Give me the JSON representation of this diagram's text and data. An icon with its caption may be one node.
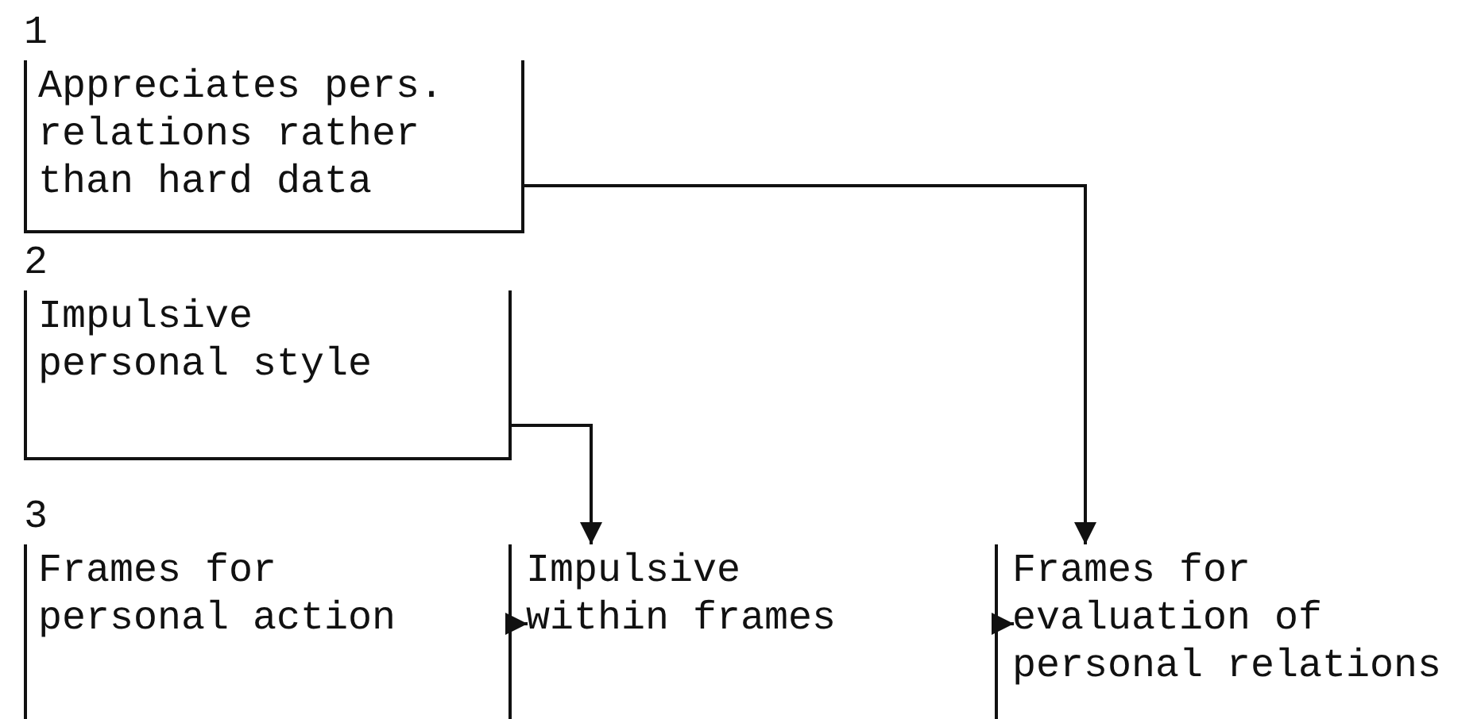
{
  "diagram": {
    "nodes": [
      {
        "text": [
          "1",
          "Appreciates pers. relations rather than hard data"
        ]
      },
      {
        "text": [
          "2",
          "Impulsive personal style"
        ]
      },
      {
        "text": [
          "3",
          "Frames for personal action"
        ]
      },
      {
        "text": [
          "Impulsive within frames"
        ]
      },
      {
        "text": [
          "Frames for evaluation of personal relations"
        ]
      }
    ],
    "edges": [
      {
        "from": 0,
        "to": 4,
        "arrow": "to"
      },
      {
        "from": 1,
        "to": 3,
        "arrow": "to"
      },
      {
        "from": 2,
        "to": 3,
        "arrow": "to"
      },
      {
        "from": 3,
        "to": 4,
        "arrow": "to"
      }
    ]
  }
}
